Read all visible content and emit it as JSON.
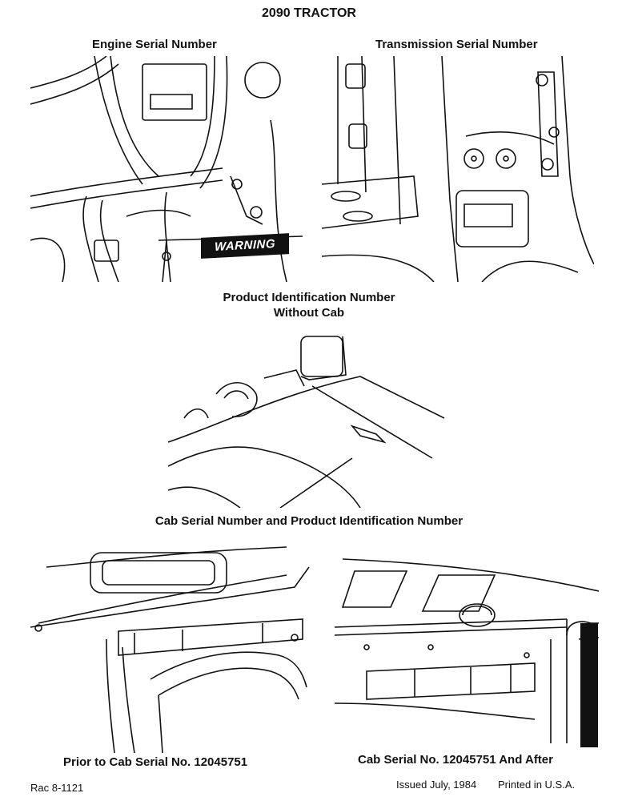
{
  "page": {
    "title": "2090 TRACTOR",
    "footer_left": "Rac 8-1121",
    "footer_issued": "Issued July, 1984",
    "footer_printed": "Printed in U.S.A."
  },
  "figures": {
    "engine": {
      "caption": "Engine Serial Number",
      "warning_label": "WARNING"
    },
    "transmission": {
      "caption": "Transmission Serial Number"
    },
    "pin": {
      "caption_line1": "Product Identification Number",
      "caption_line2": "Without Cab"
    },
    "cab_section": {
      "caption": "Cab Serial Number and Product Identification Number"
    },
    "cab_prior": {
      "caption": "Prior to Cab Serial No. 12045751"
    },
    "cab_after": {
      "caption": "Cab Serial No. 12045751 And After"
    }
  }
}
